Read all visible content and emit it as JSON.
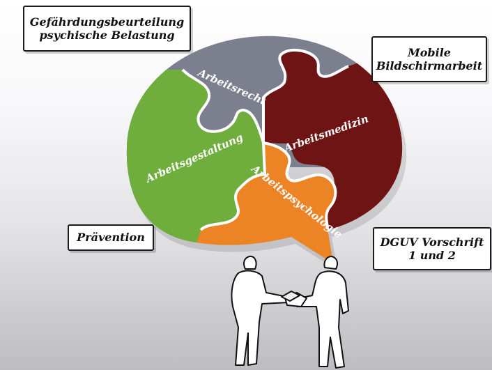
{
  "boxes": {
    "gefaehrdung": {
      "line1": "Gefährdungsbeurteilung",
      "line2": "psychische Belastung"
    },
    "mobile": {
      "line1": "Mobile",
      "line2": "Bildschirmarbeit"
    },
    "praevention": {
      "line1": "Prävention"
    },
    "dguv": {
      "line1": "DGUV Vorschrift",
      "line2": "1 und 2"
    }
  },
  "puzzle": {
    "pieces": [
      {
        "label": "Arbeitsrecht",
        "color": "#7c7f8e"
      },
      {
        "label": "Arbeitsmedizin",
        "color": "#6e1414"
      },
      {
        "label": "Arbeitsgestaltung",
        "color": "#6fae3c"
      },
      {
        "label": "Arbeitspsychologie",
        "color": "#ec8325"
      }
    ]
  }
}
